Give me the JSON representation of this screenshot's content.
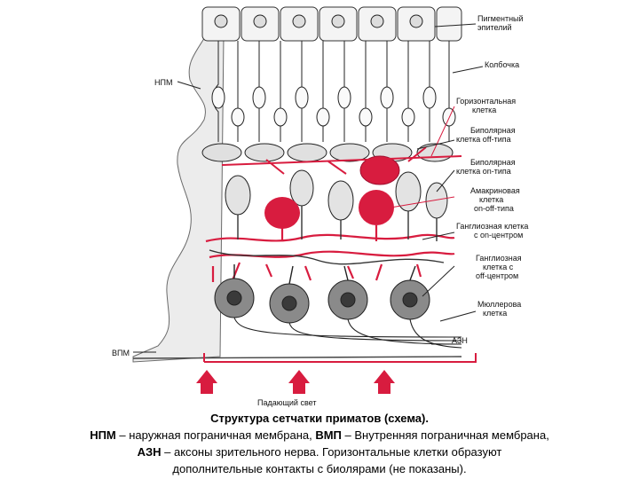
{
  "labels": {
    "pigment": [
      "Пигментный",
      "эпителий"
    ],
    "cone": [
      "Колбочка"
    ],
    "horizontal": [
      "Горизонтальная",
      "клетка"
    ],
    "bipolar_off": [
      "Биполярная",
      "клетка off-типа"
    ],
    "bipolar_on": [
      "Биполярная",
      "клетка on-типа"
    ],
    "amacrine": [
      "Амакриновая",
      "клетка",
      "on-off-типа"
    ],
    "ganglion_on": [
      "Ганглиозная клетка",
      "с on-центром"
    ],
    "ganglion_off": [
      "Ганглиозная",
      "клетка с",
      "off-центром"
    ],
    "muller": [
      "Мюллерова",
      "клетка"
    ],
    "azn": "АЗН",
    "npm": "НПМ",
    "vpm": "ВПМ",
    "light": "Падающий свет"
  },
  "caption": {
    "title": "Структура сетчатки приматов (схема).",
    "line2_a_abbr": "НПМ",
    "line2_a_text": " – наружная пограничная мембрана, ",
    "line2_b_abbr": "ВМП",
    "line2_b_text": " – Внутренняя пограничная мембрана,",
    "line3_abbr": "АЗН",
    "line3_text": " – аксоны зрительного нерва. Горизонтальные клетки образуют",
    "line4": "дополнительные контакты с биолярами (не показаны)."
  },
  "colors": {
    "red": "#d81c3f",
    "ink": "#222222",
    "grey": "#8a8a8a"
  }
}
